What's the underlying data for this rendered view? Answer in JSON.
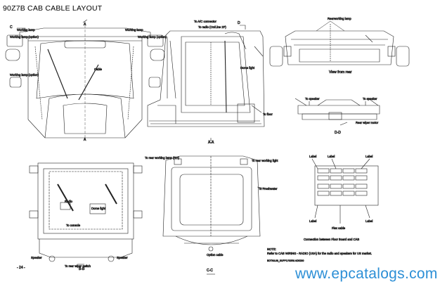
{
  "page": {
    "title": "90Z7B CAB CABLE LAYOUT",
    "page_number": "- 24 -",
    "footer_url": "www.epcatalogs.com",
    "doc_code": "BDTN3.08_SUPPLY00R0 ADK000"
  },
  "view_front": {
    "c_marker": "C",
    "a_marker": "A",
    "working_lamp_left": "Working lamp",
    "working_lamp_right": "Working lamp",
    "working_lamp_option": "Working\nlamp (option)",
    "working_lamp_option_right": "Working lamp (option)",
    "working_lamp_option_lower": "Working\nlamp (option)",
    "cable": "Cable"
  },
  "view_aa": {
    "to_ac_connector": "To A/C connector",
    "to_radio": "To radio\n(On/Line 2P)",
    "dome_light": "Dome light",
    "to_floor": "To floor",
    "caption": "A-A",
    "d_marker": "D"
  },
  "view_rear": {
    "rearworking_lamp": "Rearworking lamp",
    "caption": "View from rear"
  },
  "view_dd": {
    "to_speaker_left": "To speaker",
    "to_speaker_right": "To speaker",
    "rear_wiper_motor": "Rear wiper\nmotor",
    "caption": "D-D"
  },
  "view_bb": {
    "radio": "Radio",
    "dome_light": "Dome light",
    "to_console": "To console",
    "speaker_left": "Speaker",
    "speaker_right": "Speaker",
    "to_rear_wiper_switch": "To rear wiper switch",
    "caption": "B-B"
  },
  "view_cc": {
    "to_rear_working_lamp": "To rear working lamp (RH)",
    "to_rear_working_light": "To rear working light",
    "to_fresh_water": "To Freshwater",
    "option_cable": "Option cable",
    "caption": "C-C"
  },
  "connection": {
    "labels_top": [
      "Label",
      "Label",
      "Label"
    ],
    "labels_bottom": [
      "Label",
      "Label"
    ],
    "flex_cable": "Flex cable",
    "caption": "Connection between Floor Board and CAB"
  },
  "note": {
    "heading": "NOTE:",
    "text": "Refer to CAB WIRING - RADIO (USA) for the radio and speakers for US market."
  }
}
